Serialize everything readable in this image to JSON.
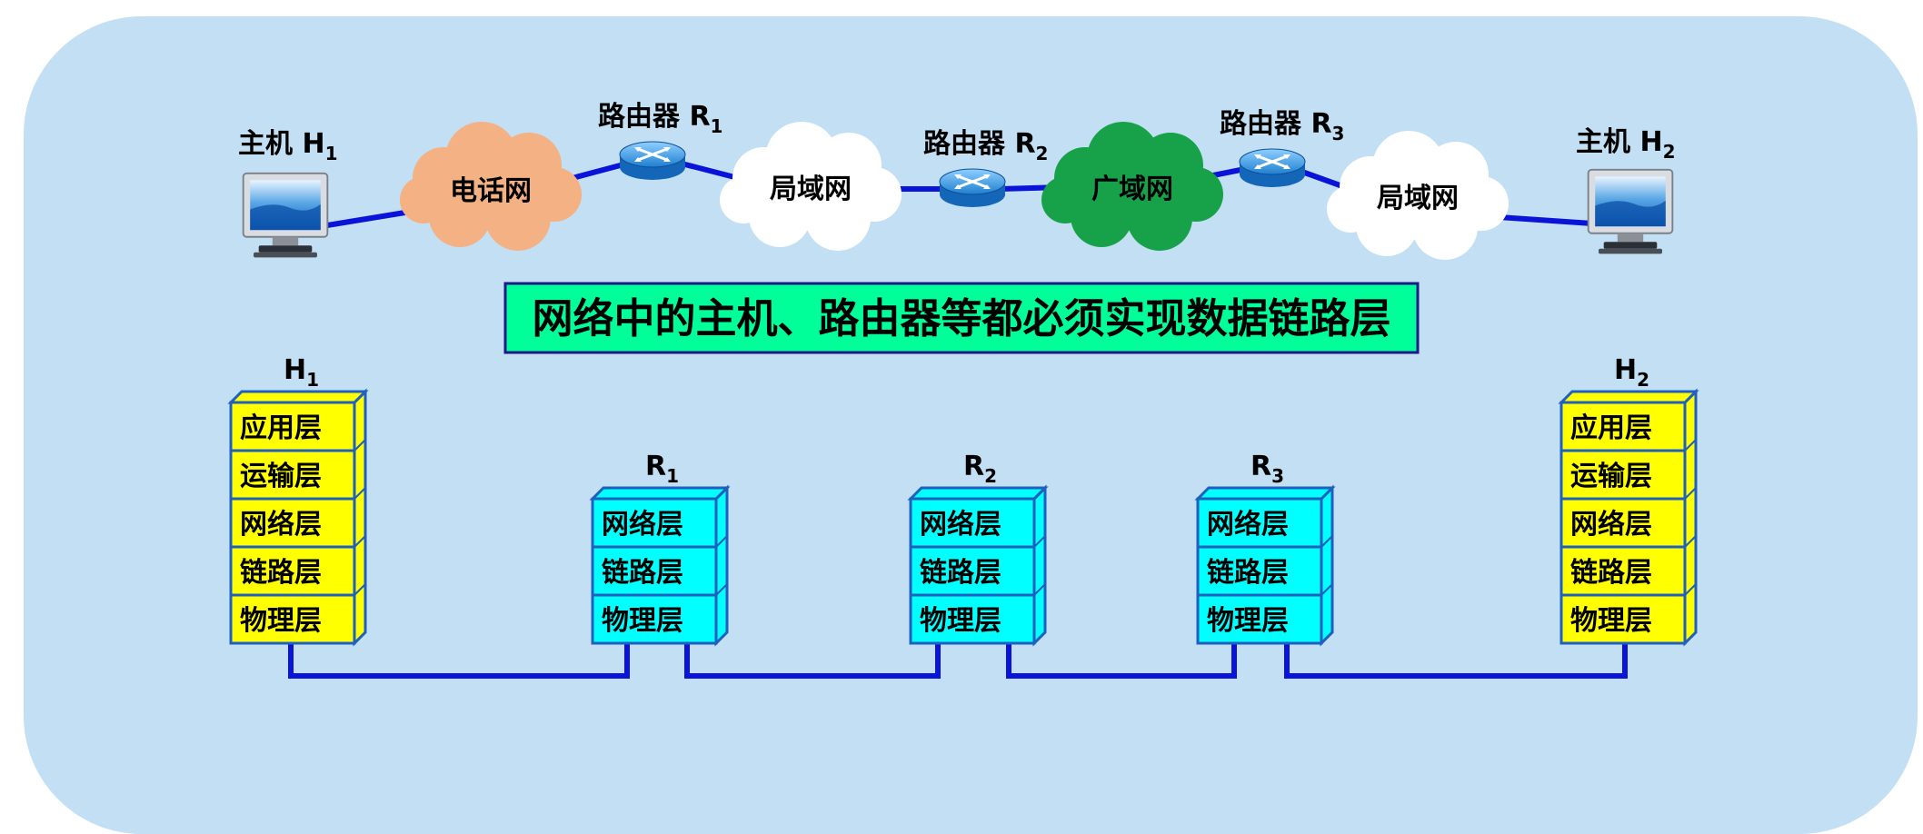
{
  "top": {
    "hosts": [
      {
        "label": "主机 H",
        "sub": "1"
      },
      {
        "label": "主机 H",
        "sub": "2"
      }
    ],
    "routers": [
      {
        "label": "路由器 R",
        "sub": "1"
      },
      {
        "label": "路由器 R",
        "sub": "2"
      },
      {
        "label": "路由器 R",
        "sub": "3"
      }
    ],
    "clouds": [
      {
        "label": "电话网",
        "color": "#f4b183"
      },
      {
        "label": "局域网",
        "color": "#ffffff"
      },
      {
        "label": "广域网",
        "color": "#17a24a"
      },
      {
        "label": "局域网",
        "color": "#ffffff"
      }
    ]
  },
  "banner": {
    "text": "网络中的主机、路由器等都必须实现数据链路层",
    "color": "#00ff99"
  },
  "stacks": [
    {
      "name": "H",
      "sub": "1",
      "layers": [
        "应用层",
        "运输层",
        "网络层",
        "链路层",
        "物理层"
      ]
    },
    {
      "name": "R",
      "sub": "1",
      "layers": [
        "网络层",
        "链路层",
        "物理层"
      ]
    },
    {
      "name": "R",
      "sub": "2",
      "layers": [
        "网络层",
        "链路层",
        "物理层"
      ]
    },
    {
      "name": "R",
      "sub": "3",
      "layers": [
        "网络层",
        "链路层",
        "物理层"
      ]
    },
    {
      "name": "H",
      "sub": "2",
      "layers": [
        "应用层",
        "运输层",
        "网络层",
        "链路层",
        "物理层"
      ]
    }
  ],
  "colors": {
    "background": "#c2dff3",
    "link": "#0a14d8",
    "host_stack": "#ffff00",
    "router_stack": "#00ffff",
    "highlight_layer_text": "#e020c0",
    "stack_border": "#1f5fbf"
  }
}
